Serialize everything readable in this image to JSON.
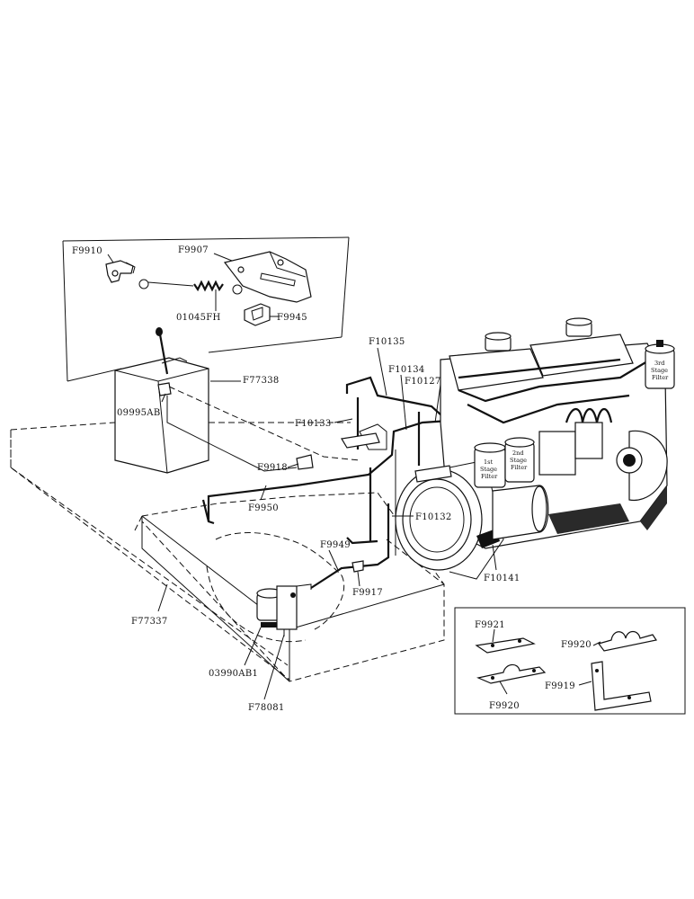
{
  "labels": {
    "f9910": "F9910",
    "f9907": "F9907",
    "f01045fh": "01045FH",
    "f9945": "F9945",
    "f10135": "F10135",
    "f10134": "F10134",
    "f10127": "F10127",
    "f77338": "F77338",
    "f09995ab": "09995AB",
    "f10133": "F10133",
    "f9918": "F9918",
    "f9950": "F9950",
    "f10132": "F10132",
    "f9949": "F9949",
    "f9917": "F9917",
    "f10141": "F10141",
    "f77337": "F77337",
    "f03990ab1": "03990AB1",
    "f78081": "F78081",
    "f9921": "F9921",
    "f9920a": "F9920",
    "f9920b": "F9920",
    "f9919": "F9919"
  },
  "filters": {
    "first_line1": "1st",
    "first_line2": "Stage",
    "first_line3": "Filter",
    "second_line1": "2nd",
    "second_line2": "Stage",
    "second_line3": "Filter",
    "third_line1": "3rd",
    "third_line2": "Stage",
    "third_line3": "Filter"
  }
}
